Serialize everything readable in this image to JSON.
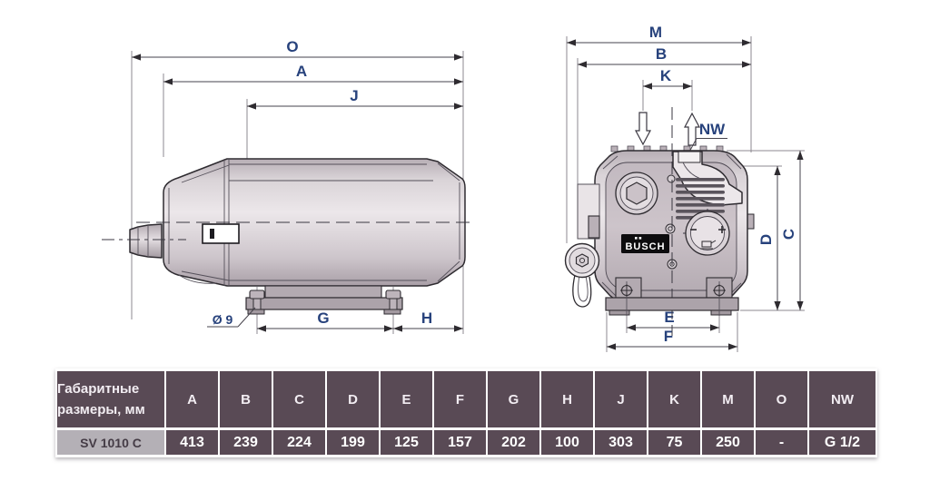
{
  "drawing": {
    "side_view": {
      "labels": {
        "o": "O",
        "a": "A",
        "j": "J",
        "g": "G",
        "h": "H",
        "hole_dia": "Ø 9"
      }
    },
    "front_view": {
      "labels": {
        "m": "M",
        "b": "B",
        "k": "K",
        "nw": "NW",
        "c": "C",
        "d": "D",
        "e": "E",
        "f": "F"
      },
      "logo_text": "BUSCH"
    },
    "colors": {
      "dim_label": "#27427c",
      "body_fill": "#d8d1d6",
      "outline": "#2e2b30"
    }
  },
  "table": {
    "header_label": "Габаритные размеры, мм",
    "columns": [
      "A",
      "B",
      "C",
      "D",
      "E",
      "F",
      "G",
      "H",
      "J",
      "K",
      "M",
      "O",
      "NW"
    ],
    "rows": [
      {
        "model": "SV 1010 C",
        "values": [
          "413",
          "239",
          "224",
          "199",
          "125",
          "157",
          "202",
          "100",
          "303",
          "75",
          "250",
          "-",
          "G 1/2"
        ]
      }
    ],
    "colors": {
      "header_bg": "#594a55",
      "header_text": "#f2edf2",
      "model_bg": "#b4b0b6",
      "model_text": "#453c46",
      "value_text": "#ffffff"
    }
  }
}
